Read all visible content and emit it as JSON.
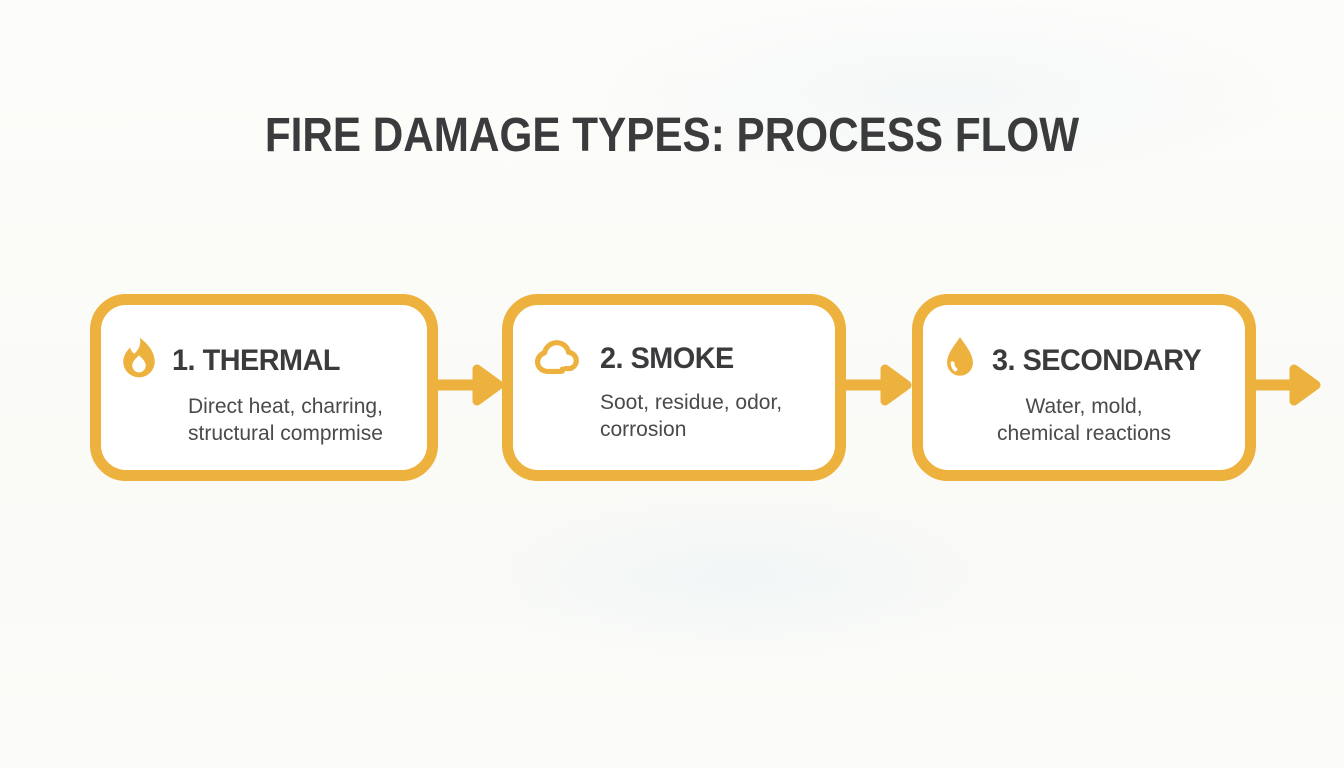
{
  "title": "FIRE DAMAGE TYPES: PROCESS FLOW",
  "colors": {
    "accent": "#EDB13D",
    "title_text": "#3B3B3D",
    "body_text": "#4A4A4C",
    "box_background": "#FFFFFF",
    "page_background": "#FAFAF7"
  },
  "steps": [
    {
      "icon": "flame-icon",
      "label": "1. THERMAL",
      "line1": "Direct heat, charring,",
      "line2": "structural comprmise"
    },
    {
      "icon": "cloud-icon",
      "label": "2. SMOKE",
      "line1": "Soot, residue, odor,",
      "line2": "corrosion"
    },
    {
      "icon": "droplet-icon",
      "label": "3. SECONDARY",
      "line1": "Water, mold,",
      "line2": "chemical reactions"
    }
  ]
}
